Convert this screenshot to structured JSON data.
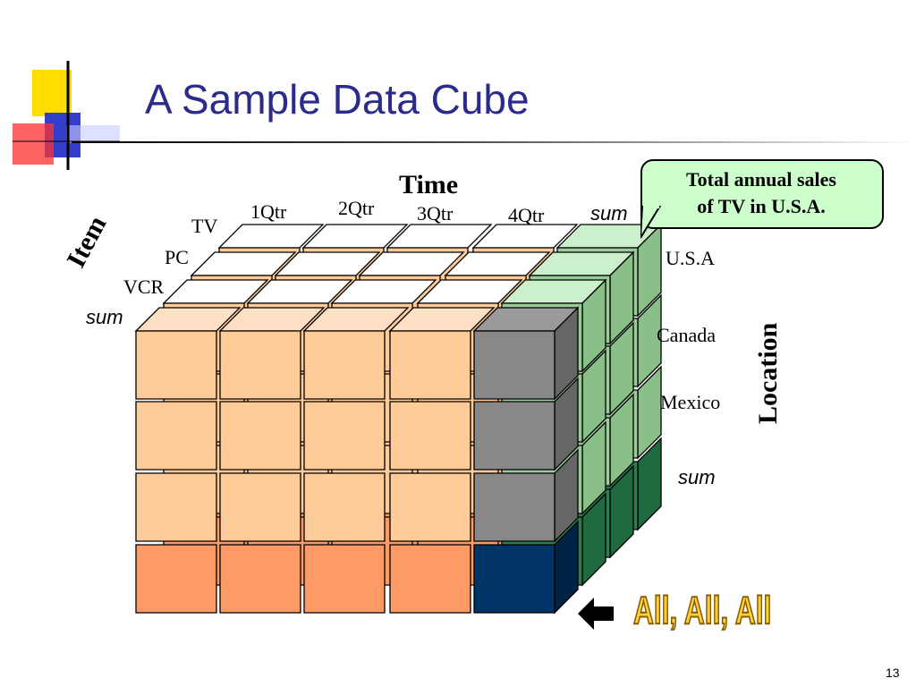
{
  "slide": {
    "title": "A Sample Data Cube",
    "page_number": "13"
  },
  "axes": {
    "time": "Time",
    "item": "Item",
    "location": "Location"
  },
  "time_labels": [
    "1Qtr",
    "2Qtr",
    "3Qtr",
    "4Qtr",
    "sum"
  ],
  "item_labels": [
    "TV",
    "PC",
    "VCR",
    "sum"
  ],
  "location_labels": [
    "U.S.A",
    "Canada",
    "Mexico",
    "sum"
  ],
  "callout": {
    "line1": "Total annual sales",
    "line2": "of  TV in U.S.A."
  },
  "all_label": "All, All, All",
  "icons": [
    "logo-squares-icon",
    "arrow-left-icon"
  ],
  "colors": {
    "title": "#2b2b8c",
    "front_cell": "#ffcc99",
    "front_sum_row": "#ff9966",
    "gray_sum_column": "#888888",
    "all_corner": "#003366",
    "right_face": "#99cc99",
    "right_sum_row": "#2e7d4f",
    "callout_fill": "#ccffcc"
  }
}
